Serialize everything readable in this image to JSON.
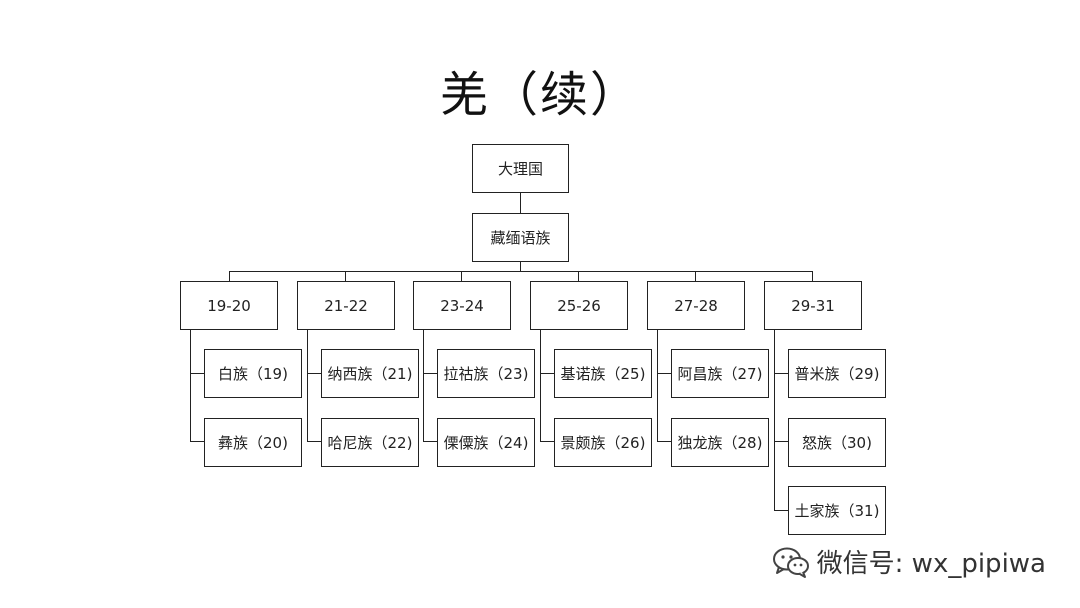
{
  "title": "羌（续）",
  "root": "大理国",
  "family": "藏缅语族",
  "groups": [
    {
      "label": "19-20",
      "children": [
        "白族（19)",
        "彝族（20)"
      ]
    },
    {
      "label": "21-22",
      "children": [
        "纳西族（21)",
        "哈尼族（22)"
      ]
    },
    {
      "label": "23-24",
      "children": [
        "拉祜族（23)",
        "傈僳族（24)"
      ]
    },
    {
      "label": "25-26",
      "children": [
        "基诺族（25)",
        "景颇族（26)"
      ]
    },
    {
      "label": "27-28",
      "children": [
        "阿昌族（27)",
        "独龙族（28)"
      ]
    },
    {
      "label": "29-31",
      "children": [
        "普米族（29)",
        "怒族（30)",
        "土家族（31)"
      ]
    }
  ],
  "watermark": {
    "icon": "wechat-icon",
    "text": "微信号: wx_pipiwa"
  }
}
